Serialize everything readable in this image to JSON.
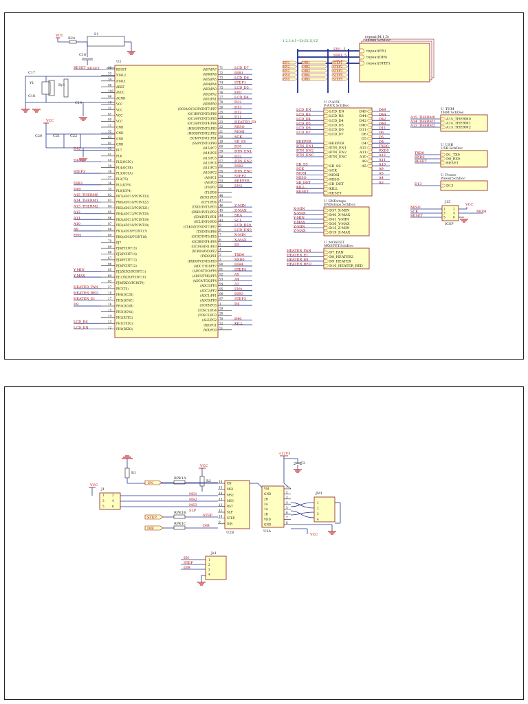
{
  "sheet1": {
    "u12_ref": "U2",
    "u12_left_pins": [
      {
        "num": "30",
        "name": "RESET",
        "net": "RESET"
      },
      {
        "num": "33",
        "name": "XTAL2",
        "net": ""
      },
      {
        "num": "34",
        "name": "XTAL1",
        "net": ""
      },
      {
        "num": "98",
        "name": "AREF",
        "net": ""
      },
      {
        "num": "100",
        "name": "AVCC",
        "net": ""
      },
      {
        "num": "99",
        "name": "AGND",
        "net": ""
      },
      {
        "num": "10",
        "name": "VCC",
        "net": ""
      },
      {
        "num": "31",
        "name": "VCC",
        "net": ""
      },
      {
        "num": "61",
        "name": "VCC",
        "net": ""
      },
      {
        "num": "80",
        "name": "VCC",
        "net": ""
      },
      {
        "num": "11",
        "name": "GND",
        "net": ""
      },
      {
        "num": "32",
        "name": "GND",
        "net": ""
      },
      {
        "num": "62",
        "name": "GND",
        "net": ""
      },
      {
        "num": "81",
        "name": "GND",
        "net": ""
      },
      {
        "num": "42",
        "name": "PL7",
        "net": "D42"
      },
      {
        "num": "41",
        "name": "PL6",
        "net": ""
      },
      {
        "num": "40",
        "name": "PL5(OC5C)",
        "net": "D44"
      },
      {
        "num": "39",
        "name": "PL4(OC5B)",
        "net": ""
      },
      {
        "num": "38",
        "name": "PL3(OC5A)",
        "net": "STEP3"
      },
      {
        "num": "37",
        "name": "PL2(T5)",
        "net": ""
      },
      {
        "num": "36",
        "name": "PL1(ICP5)",
        "net": "DIR3"
      },
      {
        "num": "35",
        "name": "PL0(ICP4)",
        "net": "D49"
      },
      {
        "num": "82",
        "name": "PK7(ADC15/PCINT23)",
        "net": "A15_THERM0"
      },
      {
        "num": "83",
        "name": "PK6(ADC14/PCINT22)",
        "net": "A14_THERM1"
      },
      {
        "num": "84",
        "name": "PK5(ADC13/PCINT21)",
        "net": "A13_THERM2"
      },
      {
        "num": "85",
        "name": "PK4(ADC12/PCINT20)",
        "net": "A12"
      },
      {
        "num": "86",
        "name": "PK3(ADC11/PCINT19)",
        "net": "A11"
      },
      {
        "num": "87",
        "name": "PK2(ADC10/PCINT18)",
        "net": "A10"
      },
      {
        "num": "88",
        "name": "PK1(ADC9/PCINT17)",
        "net": "A9"
      },
      {
        "num": "89",
        "name": "PK0(ADC8/PCINT16)",
        "net": "EN5"
      },
      {
        "num": "79",
        "name": "PJ7",
        "net": ""
      },
      {
        "num": "69",
        "name": "PJ6(PCINT15)",
        "net": ""
      },
      {
        "num": "68",
        "name": "PJ5(PCINT14)",
        "net": ""
      },
      {
        "num": "67",
        "name": "PJ4(PCINT13)",
        "net": ""
      },
      {
        "num": "66",
        "name": "PJ3(PCINT12)",
        "net": ""
      },
      {
        "num": "65",
        "name": "PJ2(XCK3/PCINT11)",
        "net": "Y-MIN"
      },
      {
        "num": "64",
        "name": "PJ1(TXD3/PCINT10)",
        "net": "Y-MAX"
      },
      {
        "num": "63",
        "name": "PJ0(RXD3/PCINT9)",
        "net": ""
      },
      {
        "num": "27",
        "name": "PH7(T4)",
        "net": "HEATER_FAN"
      },
      {
        "num": "18",
        "name": "PH6(OC2B)",
        "net": "HEATER_BED"
      },
      {
        "num": "17",
        "name": "PH5(OC4C)",
        "net": "HEATER_E1"
      },
      {
        "num": "16",
        "name": "PH4(OC4B)",
        "net": "D8"
      },
      {
        "num": "15",
        "name": "PH3(OC4A)",
        "net": ""
      },
      {
        "num": "14",
        "name": "PH2(XCK2)",
        "net": ""
      },
      {
        "num": "13",
        "name": "PH1(TXD2)",
        "net": "LCD_RS"
      },
      {
        "num": "12",
        "name": "PH0(RXD2)",
        "net": "LCD_EN"
      }
    ],
    "u12_right_pins": [
      {
        "num": "71",
        "name": "(AD7)PA7",
        "net": "LCD_D7"
      },
      {
        "num": "72",
        "name": "(AD6)PA6",
        "net": "DIR1"
      },
      {
        "num": "73",
        "name": "(AD5)PA5",
        "net": "LCD_D6"
      },
      {
        "num": "74",
        "name": "(AD4)PA4",
        "net": "STEP1"
      },
      {
        "num": "75",
        "name": "(AD3)PA3",
        "net": "LCD_D5"
      },
      {
        "num": "76",
        "name": "(AD2)PA2",
        "net": "EN1"
      },
      {
        "num": "77",
        "name": "(AD1)PA1",
        "net": "LCD_D4"
      },
      {
        "num": "78",
        "name": "(AD0)PA0",
        "net": "D22"
      },
      {
        "num": "26",
        "name": "(OC0A/OC1C/PCINT7)PB7",
        "net": "D13"
      },
      {
        "num": "25",
        "name": "(OC1B/PCINT6)PB6",
        "net": "D12"
      },
      {
        "num": "24",
        "name": "(OC1A/PCINT5)PB5",
        "net": "D11"
      },
      {
        "num": "23",
        "name": "(OC2A/PCINT4)PB4",
        "net": "HEATER_E0"
      },
      {
        "num": "22",
        "name": "(MISO/PCINT3)PB3",
        "net": "MISO"
      },
      {
        "num": "21",
        "name": "(MOSI/PCINT2)PB2",
        "net": "MOSI"
      },
      {
        "num": "20",
        "name": "(SCK/PCINT1)PB1",
        "net": "SCK"
      },
      {
        "num": "19",
        "name": "(SS/PCINT0)PB0",
        "net": "SD_SS"
      },
      {
        "num": "60",
        "name": "(A15)PC7",
        "net": "D30"
      },
      {
        "num": "59",
        "name": "(A14)PC6",
        "net": "BTN_EN1"
      },
      {
        "num": "58",
        "name": "(A13)PC5",
        "net": "D32"
      },
      {
        "num": "57",
        "name": "(A12)PC4",
        "net": "BTN_EN2"
      },
      {
        "num": "56",
        "name": "(A11)PC3",
        "net": "DIR2"
      },
      {
        "num": "55",
        "name": "(A10)PC2",
        "net": "BTN_ENC"
      },
      {
        "num": "54",
        "name": "(A9)PC1",
        "net": "STEP2"
      },
      {
        "num": "53",
        "name": "(A8)PC0",
        "net": "BEEPER"
      },
      {
        "num": "50",
        "name": "(T0)PD7",
        "net": "EN2"
      },
      {
        "num": "",
        "name": "(T1)PD6",
        "net": ""
      },
      {
        "num": "48",
        "name": "(XCK1)PD5",
        "net": ""
      },
      {
        "num": "47",
        "name": "(ICP1)PD4",
        "net": ""
      },
      {
        "num": "46",
        "name": "(TXD1/INT3)PD3",
        "net": "Z-MIN"
      },
      {
        "num": "45",
        "name": "(RXD1/INT2)PD2",
        "net": "Z-MAX"
      },
      {
        "num": "44",
        "name": "(SDA/INT1)PD1",
        "net": "SDA"
      },
      {
        "num": "43",
        "name": "(SCL/INT0)PD0",
        "net": "SCL"
      },
      {
        "num": "9",
        "name": "(CLKO/ICP3/INT7)PE7",
        "net": "LCD_RS0"
      },
      {
        "num": "8",
        "name": "(T3/INT6)PE6",
        "net": "LCD_EN0"
      },
      {
        "num": "7",
        "name": "(OC3C/INT5)PE5",
        "net": "X-MIN"
      },
      {
        "num": "6",
        "name": "(OC3B/INT4)PE4",
        "net": "X-MAX"
      },
      {
        "num": "5",
        "name": "(OC3A/AIN1)PE3",
        "net": "D5"
      },
      {
        "num": "4",
        "name": "(XCK0/AIN0)PE2",
        "net": ""
      },
      {
        "num": "3",
        "name": "(TXD0)PE1",
        "net": "TXD0"
      },
      {
        "num": "2",
        "name": "(RXD0/PCINT8)PE0",
        "net": "RXD0"
      },
      {
        "num": "90",
        "name": "(ADC7/TDI)PF7",
        "net": "DIR4"
      },
      {
        "num": "91",
        "name": "(ADC6/TDO)PF6",
        "net": "STEP4"
      },
      {
        "num": "92",
        "name": "(ADC5/TMS)PF5",
        "net": "A5"
      },
      {
        "num": "93",
        "name": "(ADC4/TCK)PF4",
        "net": "A4"
      },
      {
        "num": "94",
        "name": "(ADC3)PF3",
        "net": "A3"
      },
      {
        "num": "95",
        "name": "(ADC2)PF2",
        "net": "EN4"
      },
      {
        "num": "96",
        "name": "(ADC1)PF1",
        "net": "DIR3"
      },
      {
        "num": "97",
        "name": "(ADC0)PF0",
        "net": "STEP3"
      },
      {
        "num": "1",
        "name": "(OC0B)PG5",
        "net": "D4"
      },
      {
        "num": "29",
        "name": "(TOSC1)PG4",
        "net": ""
      },
      {
        "num": "28",
        "name": "(TOSC2)PG3",
        "net": ""
      },
      {
        "num": "70",
        "name": "(ALE)PG2",
        "net": "D40"
      },
      {
        "num": "52",
        "name": "(RD)PG1",
        "net": "KILL"
      },
      {
        "num": "51",
        "name": "(WR)PG0",
        "net": ""
      }
    ],
    "vcc_label": "VCC",
    "r24": "R24",
    "s1": "S1",
    "reset_net": "RESET",
    "c16": "C16",
    "c17": "C17",
    "c18": "C18",
    "y1": "Y1",
    "ry1": "Ry1",
    "c19": "C19",
    "c20": "C20",
    "c21": "C21",
    "c22": "C22",
    "bus_note": "1,2,3,4,5=E0,E1,X,Y,Z",
    "bus_left": [
      "EN1..5",
      "DIR1..5",
      "STEP1..5"
    ],
    "repeat_sheet": {
      "name": "repeat(M,1,5)",
      "file": "A4988.SchDoc",
      "ports": [
        "repeat(EN)",
        "repeat(DIR)",
        "repeat(STEP)"
      ]
    },
    "en_rows": [
      [
        "EN1",
        "DIR1",
        "STEP1"
      ],
      [
        "EN2",
        "DIR2",
        "STEP2"
      ],
      [
        "EN3",
        "DIR3",
        "STEP3"
      ],
      [
        "EN4",
        "DIR4",
        "STEP4"
      ],
      [
        "EN5",
        "DIR5",
        "STEP5"
      ]
    ],
    "paux": {
      "ref": "U_P-AUX",
      "file": "P-AUX.SchDoc",
      "left": [
        "LCD_EN",
        "LCD_RS",
        "LCD_D4",
        "LCD_D5",
        "LCD_D6",
        "LCD_D7",
        "",
        "BEEPER",
        "BTN_EN1",
        "BTN_EN2",
        "BTN_ENC",
        "",
        "SD_SS",
        "SCK",
        "MOSI",
        "MISO",
        "SD_DET",
        "KILL",
        "RESET"
      ],
      "right": [
        "D49",
        "D44",
        "D42",
        "D40",
        "D11",
        "D6",
        "D5",
        "D4",
        "A12",
        "A11",
        "A10",
        "A9",
        "A5"
      ],
      "right_nets": [
        "D49",
        "D44",
        "D42",
        "D40",
        "D11",
        "D6",
        "D5",
        "D4",
        "TXD0",
        "RXD0",
        "A12",
        "A11",
        "A10",
        "A9",
        "A5",
        "A4",
        "A3"
      ]
    },
    "thm": {
      "ref": "U_THM",
      "file": "THM.SchDoc",
      "nets": [
        "A15_THERM0",
        "A14_THERM1",
        "A13_THERM2"
      ]
    },
    "usb": {
      "ref": "U_USB",
      "file": "USB.SchDoc",
      "nets": [
        "TXD0",
        "RXD0",
        "RESET"
      ],
      "ports": [
        "D1_TX0",
        "D0_RX0",
        "RESET"
      ]
    },
    "power": {
      "ref": "U_Power",
      "file": "Power.SchDoc",
      "net": "D13",
      "port": "D13"
    },
    "j15": {
      "ref": "J15",
      "foot": "ICSP",
      "left": [
        "MISO",
        "SCK",
        "RESET"
      ],
      "right": [
        "VCC",
        "MOSI"
      ]
    },
    "endstops": {
      "ref": "U_ENDstops",
      "file": "ENDstops.SchDoc",
      "nets": [
        "X-MIN",
        "X-MAX",
        "Y-MIN",
        "Y-MAX",
        "Z-MIN",
        "Z-MAX"
      ],
      "ports": [
        "D37_X-MIN",
        "D40_X-MAX",
        "D41_Y-MIN",
        "D36_Y-MAX",
        "D15_Z-MIN",
        "D19_Z-MAX"
      ]
    },
    "mosfet": {
      "ref": "U_MOSFET",
      "file": "MOSFET.SchDoc",
      "nets": [
        "HEATER_FAN",
        "HEATER_E1",
        "HEATER_E0",
        "HEATER_BED"
      ],
      "ports": [
        "D7_FAN",
        "D8_HEATER2",
        "D9_HEATER",
        "D10_HEATER_BED"
      ]
    }
  },
  "sheet2": {
    "r1": "R1",
    "vcc": "VCC",
    "v12": "+12V3",
    "c3": "C3",
    "r2": "R2",
    "rpk1a": "RPK1A",
    "rpk1b": "RPK1B",
    "rpk1c": "RPK1C",
    "en_port": "EN",
    "step_port": "STEP",
    "dir_port": "DIR",
    "j1": "J1",
    "j1_pins": [
      "1",
      "2",
      "3",
      "4",
      "5",
      "6"
    ],
    "ms_nets": [
      "MS1",
      "MS2",
      "MS3",
      "SLP"
    ],
    "step_net": "STEP",
    "dir_net": "DIR",
    "u2b": {
      "ref": "U2B",
      "pins": [
        {
          "num": "16",
          "name": "EN"
        },
        {
          "num": "15",
          "name": "MS1"
        },
        {
          "num": "14",
          "name": "MS2"
        },
        {
          "num": "13",
          "name": "MS3"
        },
        {
          "num": "12",
          "name": "RST"
        },
        {
          "num": "11",
          "name": "SLP"
        },
        {
          "num": "10",
          "name": "STEP"
        },
        {
          "num": "9",
          "name": "DIR"
        }
      ]
    },
    "u2a": {
      "ref": "U2A",
      "pins": [
        {
          "num": "1",
          "name": "VM"
        },
        {
          "num": "2",
          "name": "GND"
        },
        {
          "num": "3",
          "name": "2B"
        },
        {
          "num": "4",
          "name": "2A"
        },
        {
          "num": "5",
          "name": "1A"
        },
        {
          "num": "6",
          "name": "1B"
        },
        {
          "num": "7",
          "name": "VDD"
        },
        {
          "num": "8",
          "name": "GND"
        }
      ]
    },
    "jm1": {
      "ref": "JM1",
      "pins": [
        "1",
        "2",
        "3",
        "4"
      ]
    },
    "js1": {
      "ref": "Js1",
      "nets": [
        "EN",
        "STEP",
        "DIR"
      ],
      "pins": [
        "1",
        "2",
        "3",
        "4"
      ]
    }
  }
}
